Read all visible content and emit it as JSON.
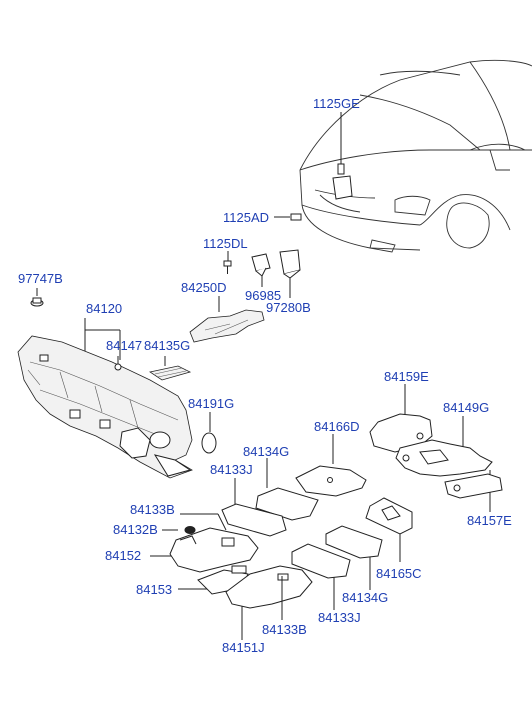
{
  "callouts": {
    "c1125GE": "1125GE",
    "c1125AD": "1125AD",
    "c1125DL": "1125DL",
    "c97747B": "97747B",
    "c84250D": "84250D",
    "c96985": "96985",
    "c97280B": "97280B",
    "c84120": "84120",
    "c84147": "84147",
    "c84135G": "84135G",
    "c84159E": "84159E",
    "c84191G": "84191G",
    "c84149G": "84149G",
    "c84166D": "84166D",
    "c84134G_a": "84134G",
    "c84133J_a": "84133J",
    "c84133B_a": "84133B",
    "c84132B": "84132B",
    "c84152": "84152",
    "c84157E": "84157E",
    "c84165C": "84165C",
    "c84153": "84153",
    "c84134G_b": "84134G",
    "c84133J_b": "84133J",
    "c84133B_b": "84133B",
    "c84151J": "84151J"
  },
  "colors": {
    "label": "#1f3fb3",
    "line": "#222222"
  }
}
